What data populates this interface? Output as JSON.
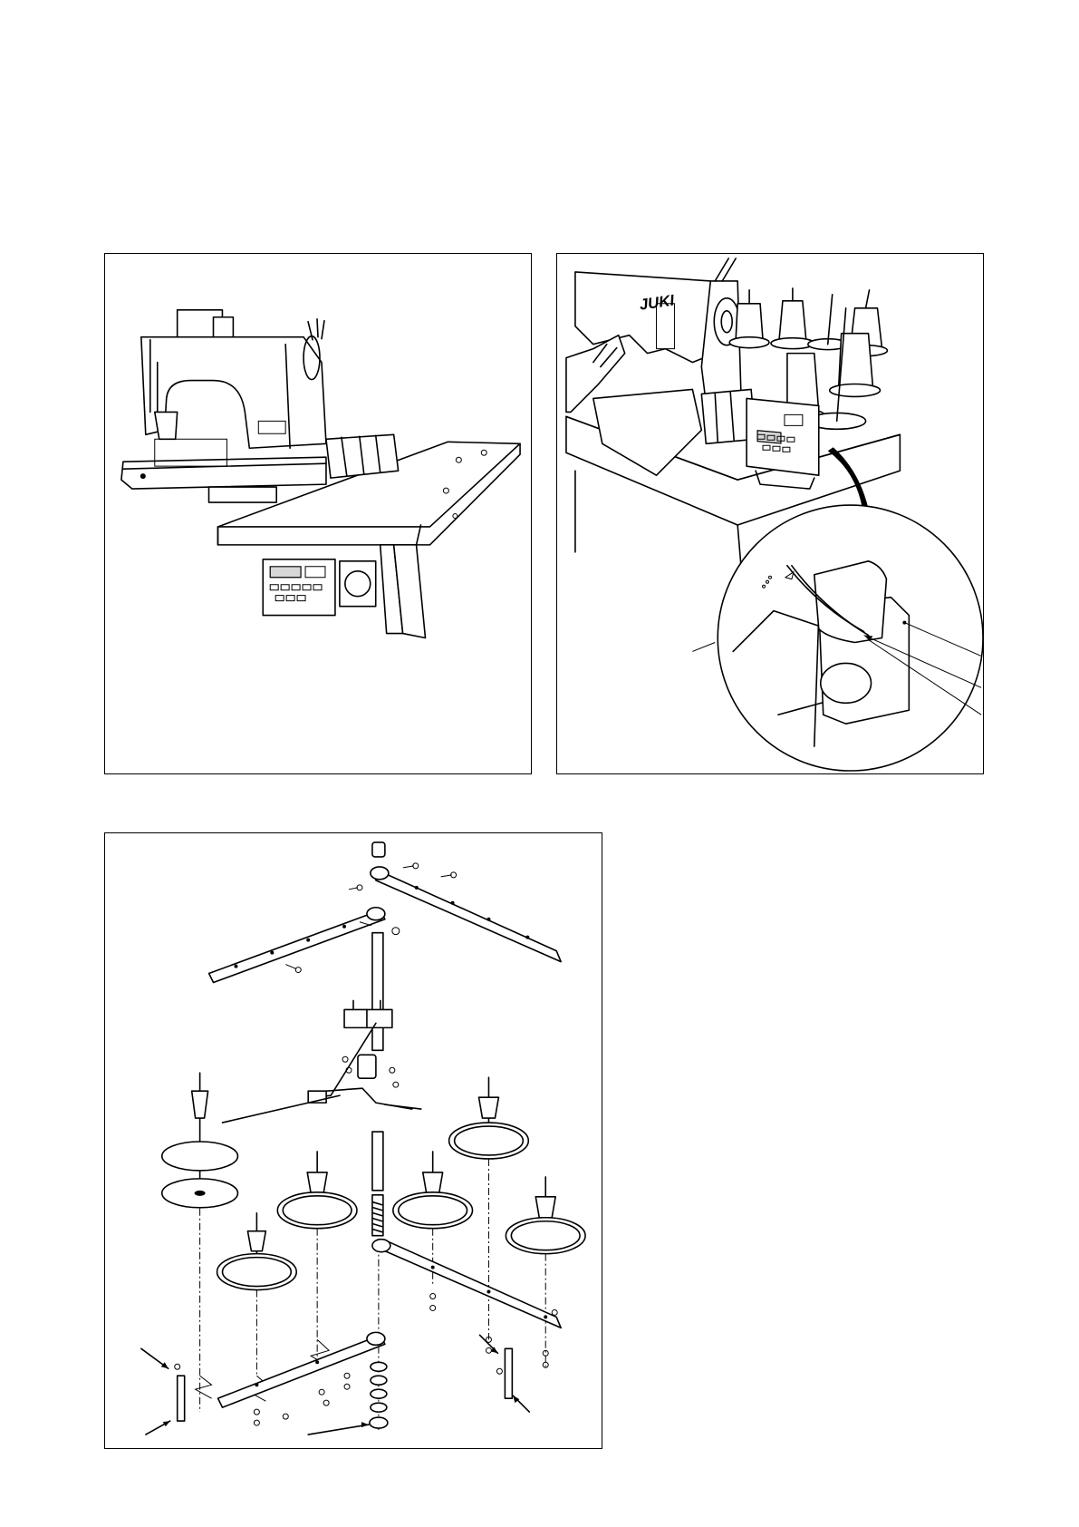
{
  "brand": {
    "juki_text": "JUKI"
  },
  "figures": [
    {
      "id": "machine-on-table",
      "icon": "sewing-machine-on-table-illustration"
    },
    {
      "id": "operator-with-thread-stand",
      "icon": "operator-and-control-panel-illustration"
    },
    {
      "id": "thread-stand-exploded-view",
      "icon": "thread-stand-exploded-diagram"
    }
  ]
}
